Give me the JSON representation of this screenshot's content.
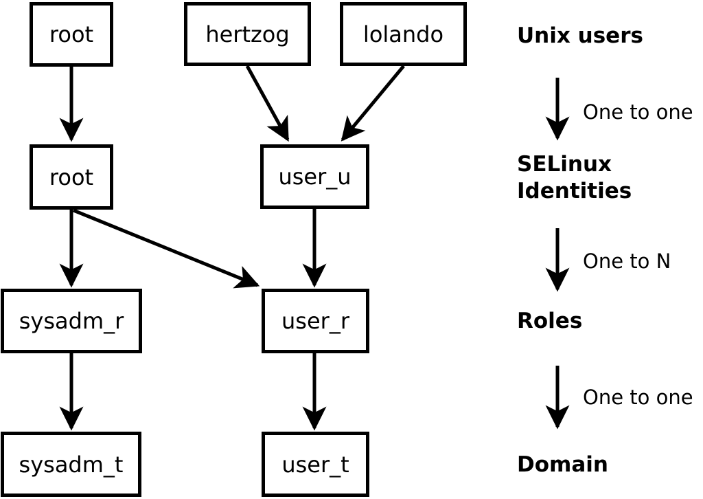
{
  "nodes": {
    "unix_root": {
      "label": "root"
    },
    "unix_hertzog": {
      "label": "hertzog"
    },
    "unix_lolando": {
      "label": "lolando"
    },
    "selinux_root": {
      "label": "root"
    },
    "selinux_user_u": {
      "label": "user_u"
    },
    "role_sysadm_r": {
      "label": "sysadm_r"
    },
    "role_user_r": {
      "label": "user_r"
    },
    "domain_sysadm_t": {
      "label": "sysadm_t"
    },
    "domain_user_t": {
      "label": "user_t"
    }
  },
  "legend": {
    "level_unix_users": "Unix users",
    "level_selinux_line1": "SELinux",
    "level_selinux_line2": "Identities",
    "level_roles": "Roles",
    "level_domain": "Domain",
    "caption_one_to_one_1": "One to one",
    "caption_one_to_n": "One to N",
    "caption_one_to_one_2": "One to one"
  },
  "colors": {
    "line": "#000000",
    "text": "#000000",
    "background": "#ffffff"
  }
}
